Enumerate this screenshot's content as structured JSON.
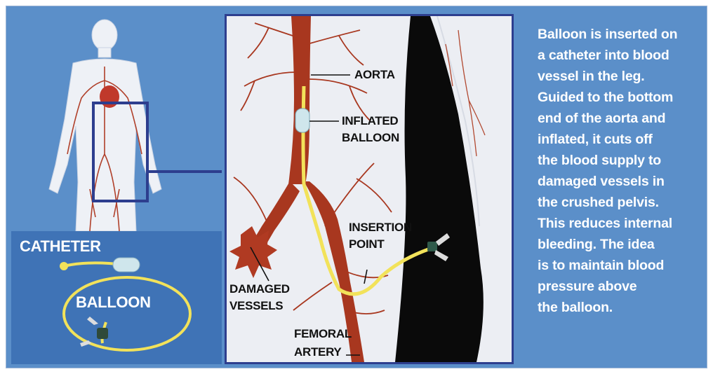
{
  "labels": {
    "aorta": "AORTA",
    "inflated_balloon": [
      "INFLATED",
      "BALLOON"
    ],
    "insertion_point": [
      "INSERTION",
      "POINT"
    ],
    "damaged_vessels": [
      "DAMAGED",
      "VESSELS"
    ],
    "femoral_artery": [
      "FEMORAL",
      "ARTERY"
    ],
    "catheter": "CATHETER",
    "balloon": "BALLOON"
  },
  "caption": [
    "Balloon is inserted on",
    "a catheter into blood",
    "vessel in the leg.",
    "Guided to the bottom",
    "end of the aorta and",
    "inflated, it cuts off",
    "the blood supply to",
    "damaged vessels in",
    "the crushed pelvis.",
    "This reduces internal",
    "bleeding. The idea",
    "is to maintain blood",
    "pressure above",
    "the balloon."
  ],
  "colors": {
    "panel_blue": "#5b8fc9",
    "inset_blue": "#3f73b6",
    "artery_red": "#a8371f",
    "catheter_yellow": "#f2e25a"
  }
}
